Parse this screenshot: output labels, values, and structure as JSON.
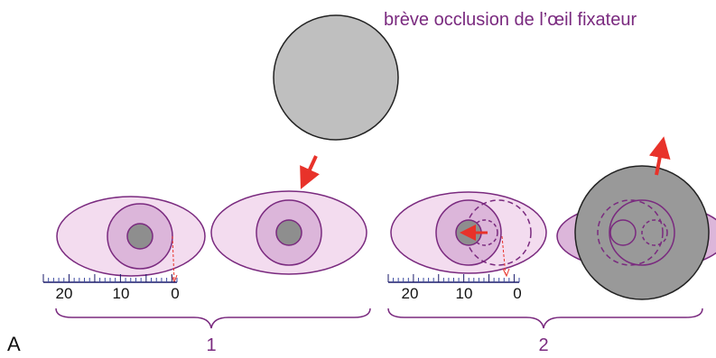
{
  "caption": "brève occlusion de l’œil fixateur",
  "panel_label": "A",
  "groups": [
    {
      "label": "1"
    },
    {
      "label": "2"
    }
  ],
  "rulers": [
    {
      "ticks": [
        "20",
        "10",
        "0"
      ]
    },
    {
      "ticks": [
        "20",
        "10",
        "0"
      ]
    }
  ],
  "colors": {
    "eye_fill": "#f3dcef",
    "eye_stroke": "#7a2a7f",
    "iris_fill": "#dcb6da",
    "pupil_fill": "#8e8e8e",
    "occluder_fill": "#bfbfbf",
    "occluder_right_fill": "#999999",
    "arrow": "#e8322a",
    "ruler_tick": "#3a4aa0",
    "text_purple": "#7a2a7f"
  }
}
